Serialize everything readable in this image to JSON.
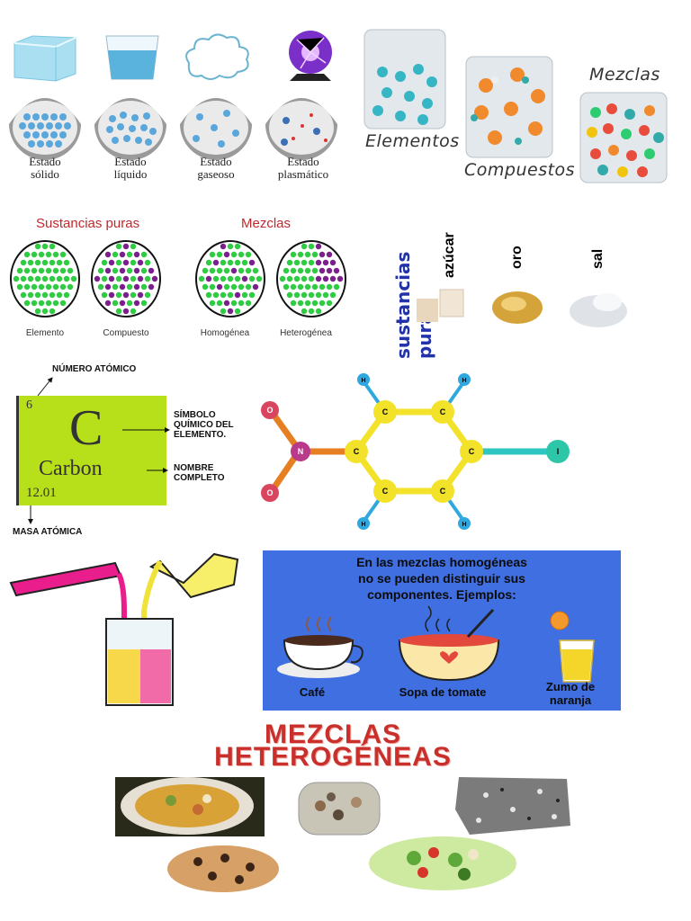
{
  "states": [
    {
      "label": "Estado\nsólido"
    },
    {
      "label": "Estado\nlíquido"
    },
    {
      "label": "Estado\ngaseoso"
    },
    {
      "label": "Estado\nplasmático"
    }
  ],
  "beakers": {
    "elementos": "Elementos",
    "compuestos": "Compuestos",
    "mezclas": "Mezclas"
  },
  "purity": {
    "sustancias_puras": "Sustancias puras",
    "mezclas": "Mezclas",
    "elemento": "Elemento",
    "compuesto": "Compuesto",
    "homogenea": "Homogénea",
    "heterogenea": "Heterogénea"
  },
  "pure_examples": {
    "vertical_title": "sustancias puras",
    "items": [
      "azúcar",
      "oro",
      "sal"
    ]
  },
  "periodic": {
    "atomic_number": "6",
    "symbol": "C",
    "name": "Carbon",
    "mass": "12.01",
    "label_number": "NÚMERO ATÓMICO",
    "label_symbol": "SÍMBOLO\nQUÍMICO DEL\nELEMENTO.",
    "label_name": "NOMBRE\nCOMPLETO",
    "label_mass": "MASA ATÓMICA"
  },
  "molecule": {
    "atoms": [
      "O",
      "O",
      "N",
      "C",
      "C",
      "C",
      "C",
      "C",
      "C",
      "H",
      "H",
      "H",
      "H",
      "I"
    ]
  },
  "homogeneous_panel": {
    "title": "En las mezclas homogéneas\nno se pueden distinguir sus\ncomponentes. Ejemplos:",
    "cafe": "Café",
    "sopa": "Sopa de tomate",
    "zumo": "Zumo de\nnaranja"
  },
  "heterogeneous": {
    "title_line1": "MEZCLAS",
    "title_line2": "HETEROGÉNEAS"
  },
  "colors": {
    "panel_blue": "#3f6fe0",
    "title_red": "#c9302c",
    "periodic_green": "#b8e01a",
    "atom_yellow": "#f2e22a",
    "particle_green": "#2ecc40",
    "particle_purple": "#7a1f8c"
  }
}
